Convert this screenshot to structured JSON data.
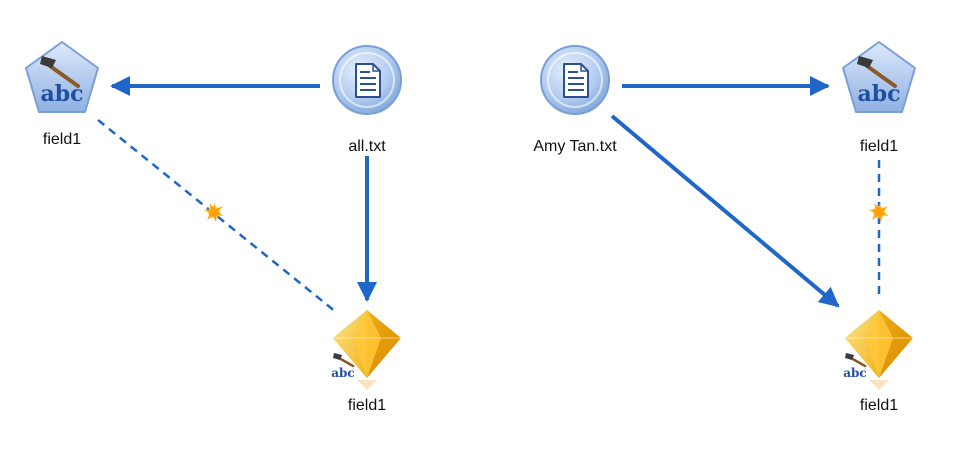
{
  "colors": {
    "link": "#1f66c9",
    "node_blue_fill": "#a9c6ee",
    "node_blue_edge": "#6f98d8",
    "gem_light": "#ffd35a",
    "gem_dark": "#e69a00",
    "spark": "#ff9a00"
  },
  "nodes": {
    "left_textmine": {
      "label": "field1",
      "icon": "abc-hammer-pentagon-icon",
      "badge_text": "abc"
    },
    "left_source": {
      "label": "all.txt",
      "icon": "text-file-circle-icon"
    },
    "left_model": {
      "label": "field1",
      "icon": "gem-model-icon",
      "badge_text": "abc"
    },
    "right_source": {
      "label": "Amy Tan.txt",
      "icon": "text-file-circle-icon"
    },
    "right_textmine": {
      "label": "field1",
      "icon": "abc-hammer-pentagon-icon",
      "badge_text": "abc"
    },
    "right_model": {
      "label": "field1",
      "icon": "gem-model-icon",
      "badge_text": "abc"
    }
  },
  "links": [
    {
      "from": "all.txt",
      "to": "field1",
      "style": "solid"
    },
    {
      "from": "all.txt",
      "to": "field1 (model)",
      "style": "solid"
    },
    {
      "from": "field1",
      "to": "field1 (model)",
      "style": "dashed",
      "marker": "spark-icon"
    },
    {
      "from": "Amy Tan.txt",
      "to": "field1",
      "style": "solid"
    },
    {
      "from": "Amy Tan.txt",
      "to": "field1 (model)",
      "style": "solid"
    },
    {
      "from": "field1",
      "to": "field1 (model)",
      "style": "dashed",
      "marker": "spark-icon"
    }
  ]
}
